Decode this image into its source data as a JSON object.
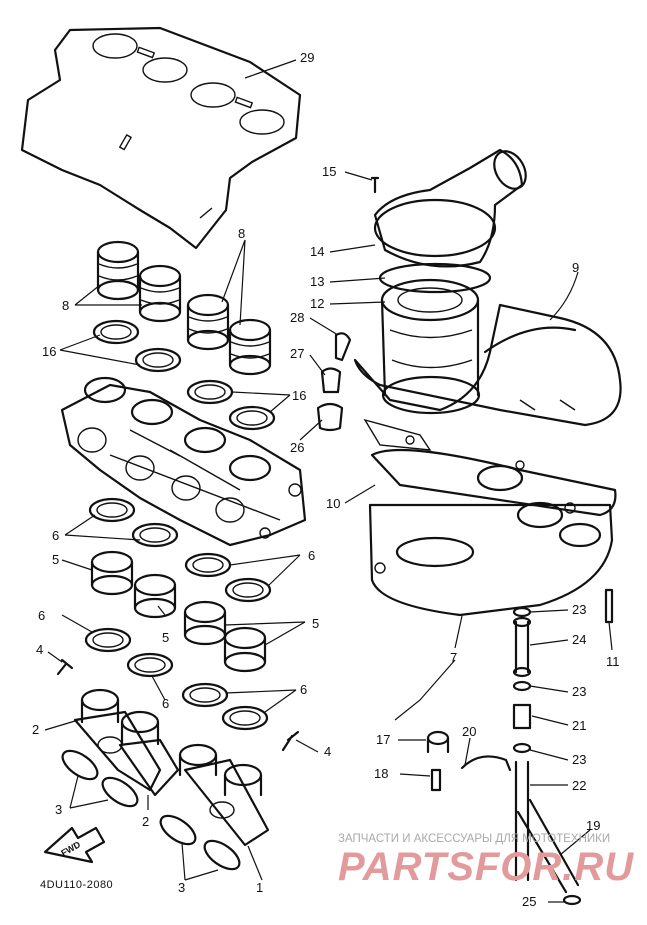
{
  "drawing_code": "4DU110-2080",
  "forward_arrow_label": "FWD",
  "watermark": {
    "tagline": "ЗАПЧАСТИ И АКСЕССУАРЫ ДЛЯ МОТОТЕХНИКИ",
    "brand": "PARTSFOR.RU"
  },
  "callouts": {
    "c29": "29",
    "c15": "15",
    "c14": "14",
    "c13": "13",
    "c12": "12",
    "c9": "9",
    "c28": "28",
    "c27": "27",
    "c26": "26",
    "c10": "10",
    "c8a": "8",
    "c8b": "8",
    "c16a": "16",
    "c16b": "16",
    "c6a": "6",
    "c6b": "6",
    "c6c": "6",
    "c6d": "6",
    "c6e": "6",
    "c5a": "5",
    "c5b": "5",
    "c5c": "5",
    "c4a": "4",
    "c4b": "4",
    "c2a": "2",
    "c2b": "2",
    "c3a": "3",
    "c3b": "3",
    "c1": "1",
    "c7": "7",
    "c11": "11",
    "c23a": "23",
    "c24": "24",
    "c23b": "23",
    "c21": "21",
    "c17": "17",
    "c20": "20",
    "c23c": "23",
    "c18": "18",
    "c22": "22",
    "c19": "19",
    "c25": "25"
  }
}
